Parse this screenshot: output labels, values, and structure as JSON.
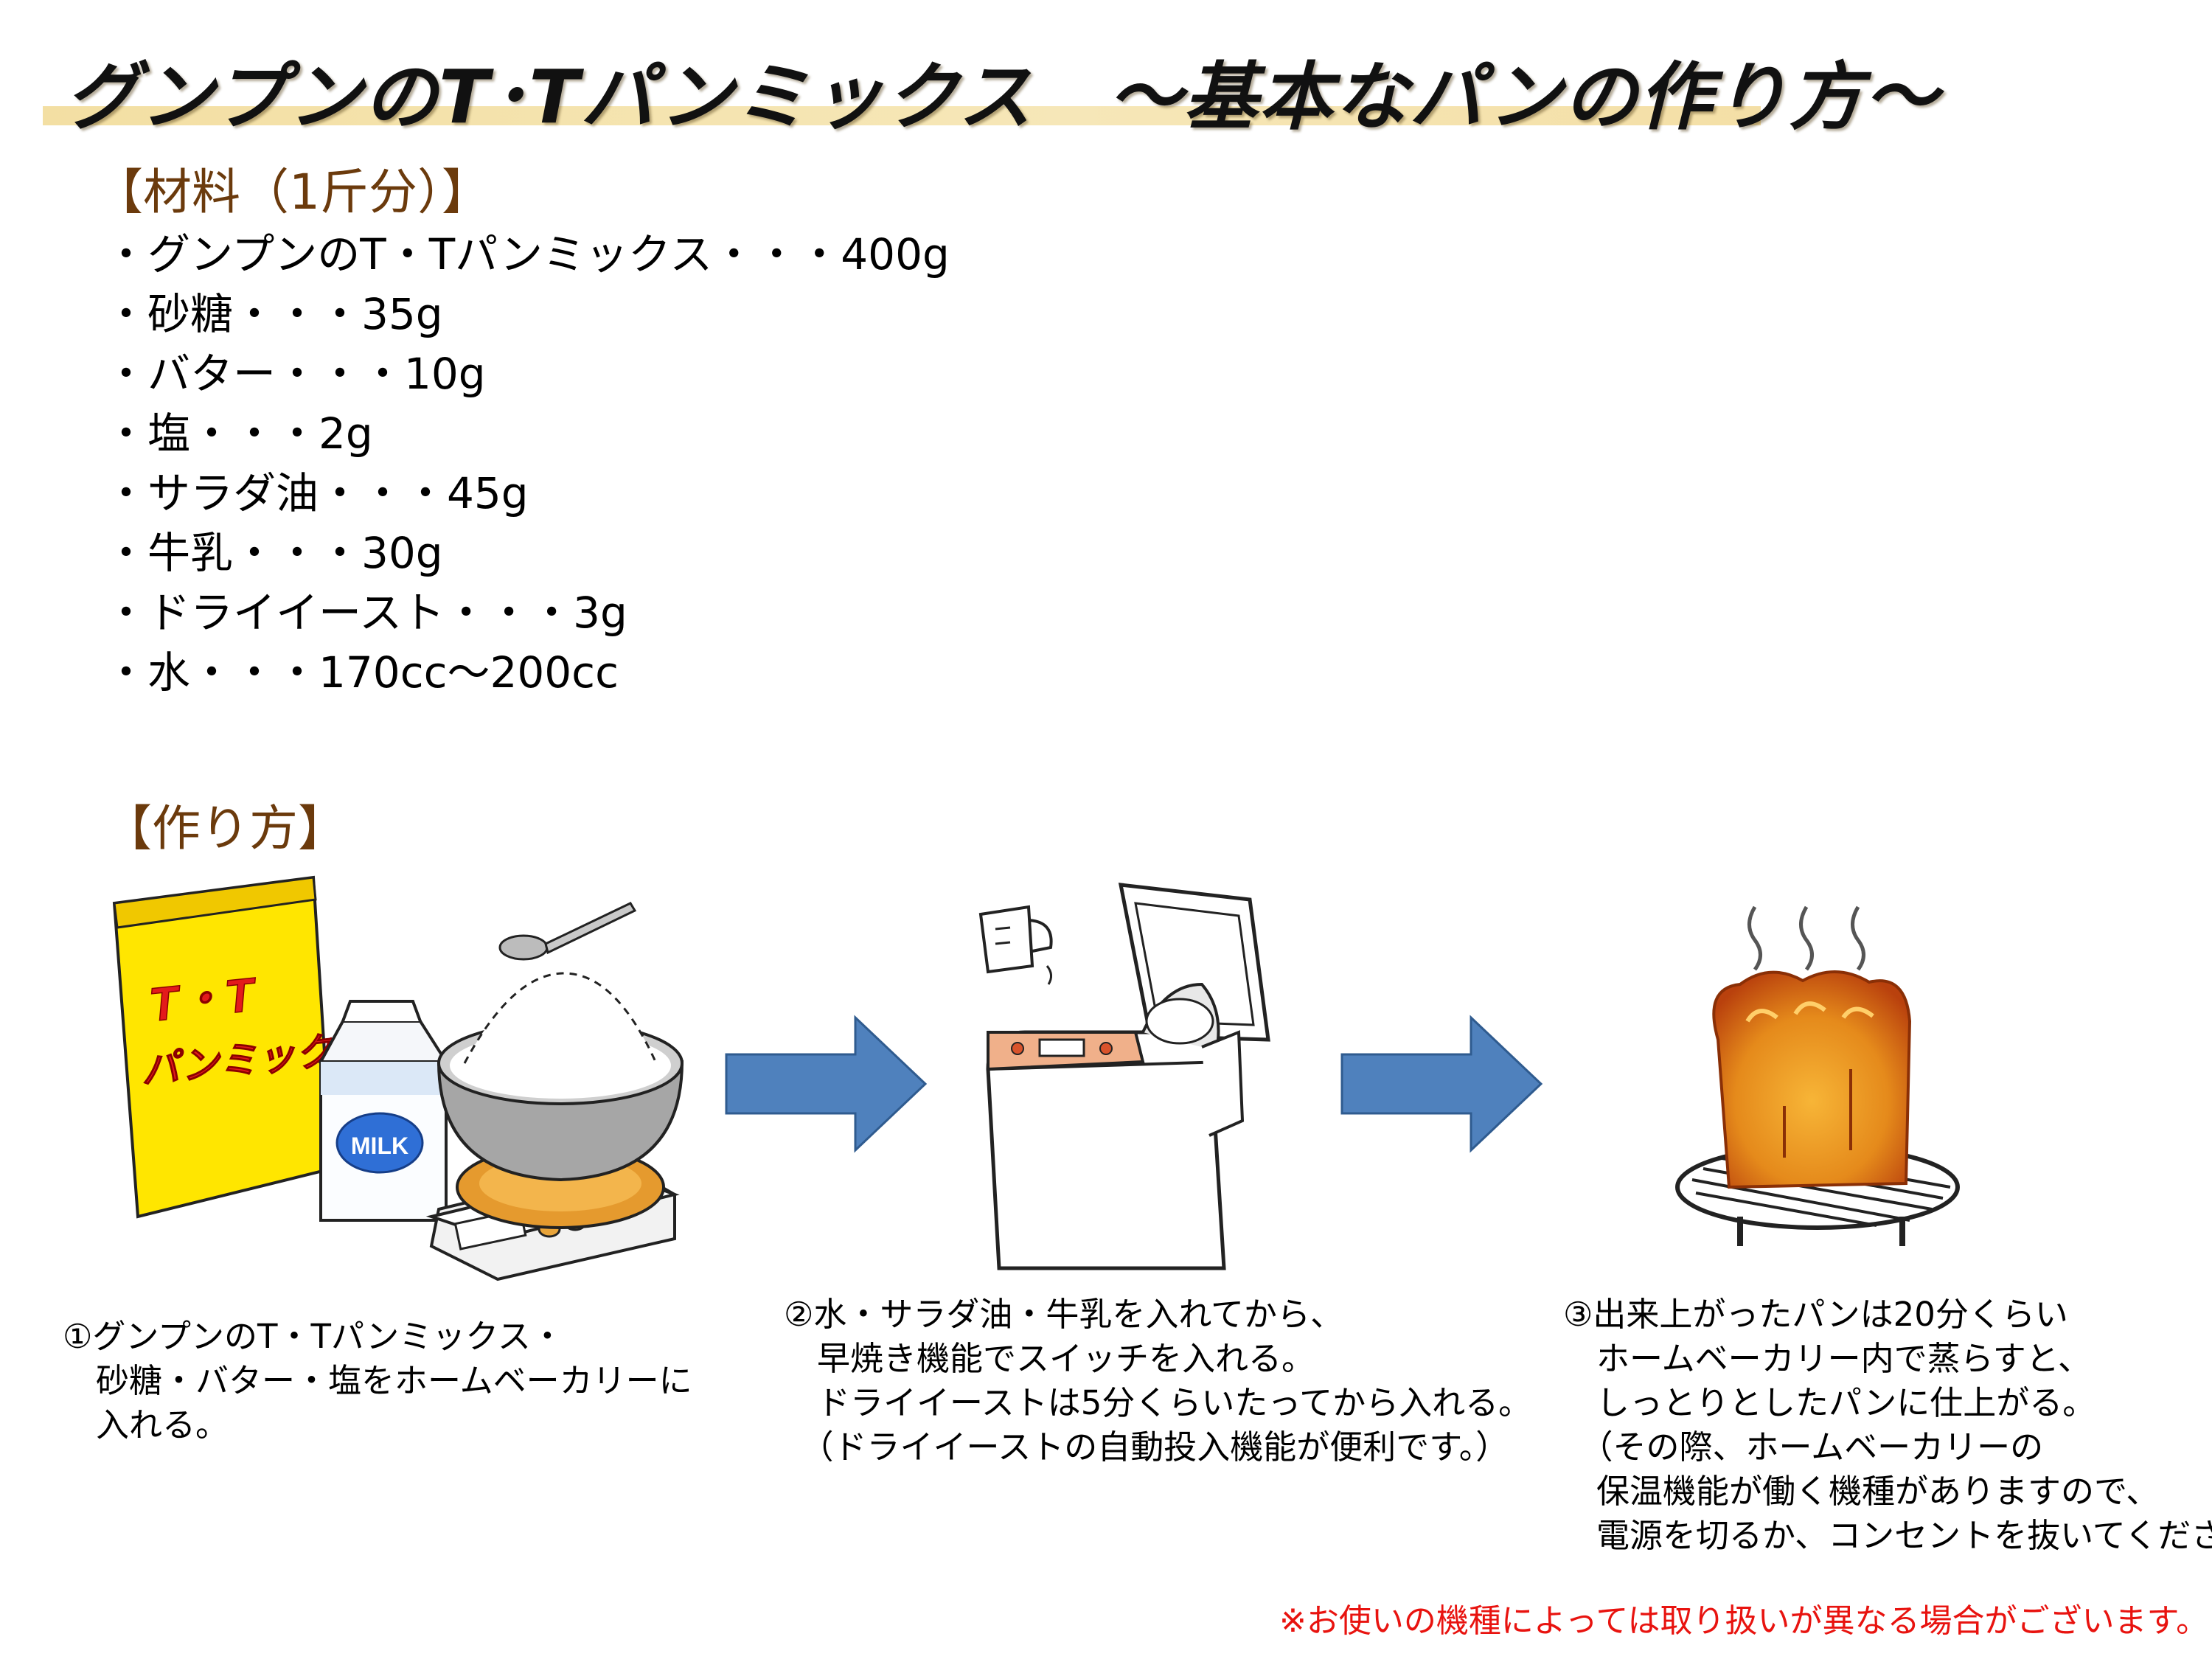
{
  "title": "グンプンのT･Tパンミックス　～基本なパンの作り方～",
  "materials": {
    "heading": "【材料（1斤分）】",
    "items": [
      "・グンプンのT・Tパンミックス・・・400g",
      "・砂糖・・・35g",
      "・バター・・・10g",
      "・塩・・・2g",
      "・サラダ油・・・45g",
      "・牛乳・・・30g",
      "・ドライイースト・・・3g",
      "・水・・・170cc～200cc"
    ]
  },
  "method": {
    "heading": "【作り方】",
    "illustrations": {
      "bag_label_line1": "T・T",
      "bag_label_line2": "パンミックス",
      "carton_label": "MILK"
    },
    "steps": [
      {
        "lines": [
          "①グンプンのT・Tパンミックス・",
          "　砂糖・バター・塩をホームベーカリーに",
          "　入れる。"
        ]
      },
      {
        "lines": [
          "②水・サラダ油・牛乳を入れてから、",
          "　早焼き機能でスイッチを入れる。",
          "　ドライイーストは5分くらいたってから入れる。",
          "　（ドライイーストの自動投入機能が便利です。）"
        ]
      },
      {
        "lines": [
          "③出来上がったパンは20分くらい",
          "　ホームベーカリー内で蒸らすと、",
          "　しっとりとしたパンに仕上がる。",
          "　（その際、ホームベーカリーの",
          "　保温機能が働く機種がありますので、",
          "　電源を切るか、コンセントを抜いてください）"
        ]
      }
    ]
  },
  "note": "※お使いの機種によっては取り扱いが異なる場合がございます。",
  "colors": {
    "heading_brown": "#6b3a0c",
    "note_red": "#e8130f",
    "arrow_blue": "#4f81bd",
    "bag_yellow": "#ffe600",
    "title_band": "#f3dfa3"
  }
}
